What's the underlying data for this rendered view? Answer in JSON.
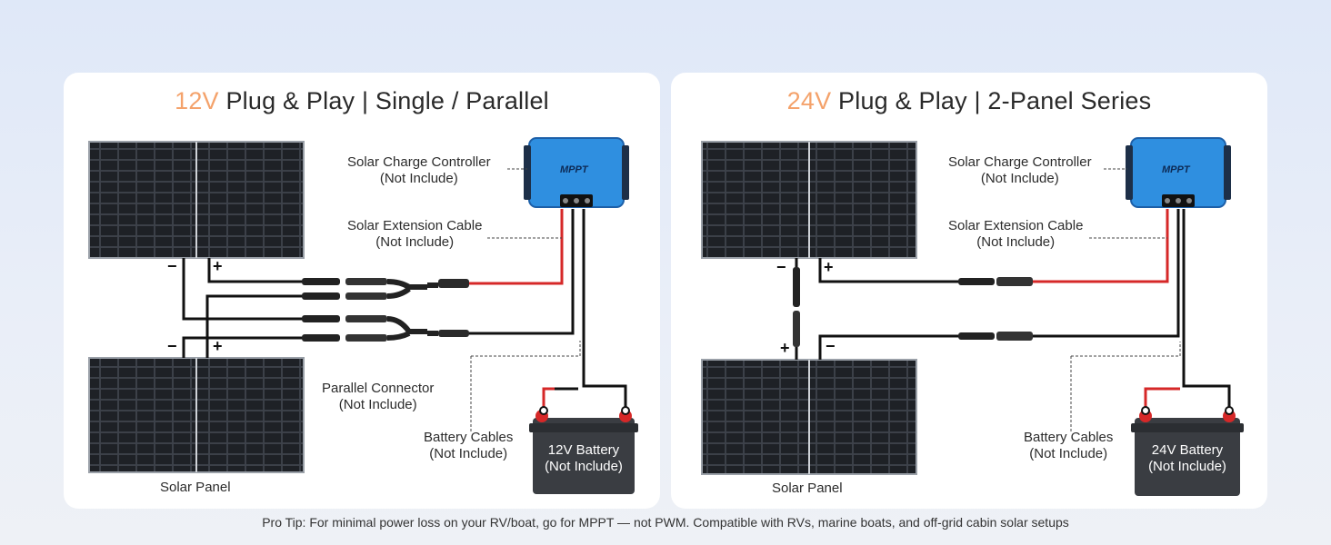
{
  "left": {
    "title_accent": "12V",
    "title_rest": "Plug & Play | Single / Parallel",
    "controller_label": "Solar Charge Controller",
    "controller_note": "(Not Include)",
    "controller_text": "MPPT",
    "extension_label": "Solar Extension Cable",
    "extension_note": "(Not Include)",
    "parallel_label": "Parallel Connector",
    "parallel_note": "(Not Include)",
    "battery_cables_label": "Battery Cables",
    "battery_cables_note": "(Not Include)",
    "battery_line1": "12V Battery",
    "battery_line2": "(Not Include)",
    "panel_label": "Solar Panel",
    "signs": {
      "minus": "−",
      "plus": "+"
    }
  },
  "right": {
    "title_accent": "24V",
    "title_rest": "Plug & Play | 2-Panel Series",
    "controller_label": "Solar Charge Controller",
    "controller_note": "(Not Include)",
    "controller_text": "MPPT",
    "extension_label": "Solar Extension Cable",
    "extension_note": "(Not Include)",
    "battery_cables_label": "Battery Cables",
    "battery_cables_note": "(Not Include)",
    "battery_line1": "24V Battery",
    "battery_line2": "(Not Include)",
    "panel_label": "Solar Panel",
    "signs": {
      "minus": "−",
      "plus": "+"
    }
  },
  "footer": {
    "tip": "Pro Tip: For minimal power loss on your RV/boat, go for MPPT — not PWM. Compatible with RVs, marine boats, and off-grid cabin solar setups"
  },
  "colors": {
    "accent": "#f4a26b",
    "controller": "#2f8fe0",
    "positive_cable": "#d62828",
    "negative_cable": "#111111",
    "panel_cell": "#262a30"
  }
}
